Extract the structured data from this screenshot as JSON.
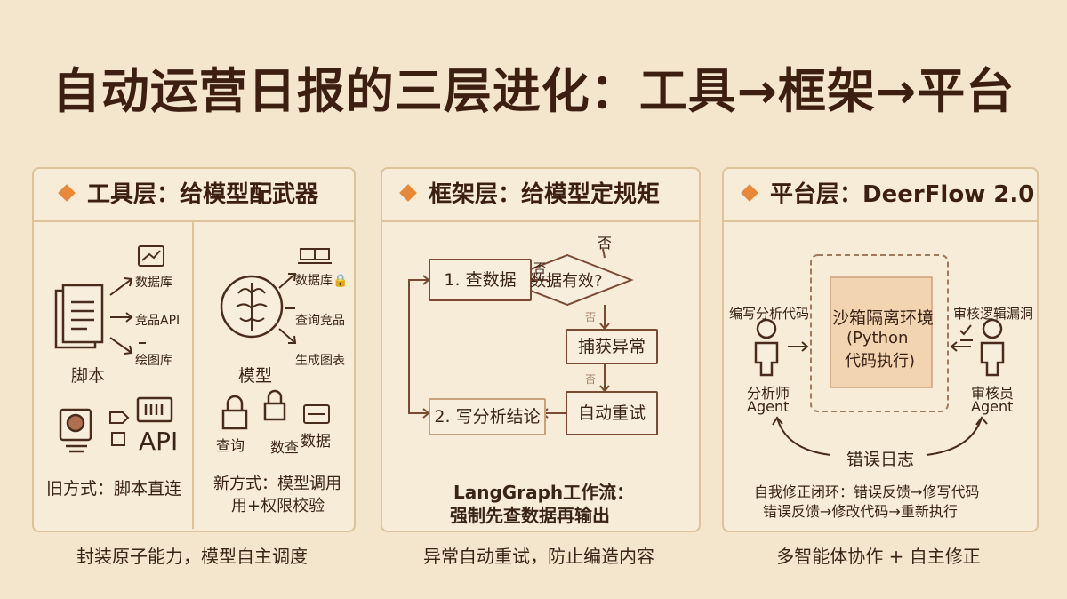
{
  "title": "自动运营日报的三层进化：工具→框架→平台",
  "panels": [
    {
      "header": "工具层：给模型配武器",
      "footer": "封装原子能力，模型自主调度",
      "left": {
        "label": "脚本",
        "targets": [
          "数据库",
          "竞品API",
          "绘图库"
        ],
        "extra_label": "API",
        "caption": "旧方式：脚本直连"
      },
      "right": {
        "label": "模型",
        "targets": [
          "数据库🔒",
          "查询竞品",
          "生成图表"
        ],
        "lock_labels": [
          "查询",
          "数查",
          "数据"
        ],
        "caption_line1": "新方式：模型调用",
        "caption_line2": "用+权限校验"
      }
    },
    {
      "header": "框架层：给模型定规矩",
      "footer": "异常自动重试，防止编造内容",
      "nodes": {
        "query": "1. 查数据",
        "decision": "数据有效?",
        "catch": "捕获异常",
        "retry": "自动重试",
        "write": "2. 写分析结论"
      },
      "edge_labels": [
        "否",
        "否",
        "否",
        "否"
      ],
      "caption_line1": "LangGraph工作流：",
      "caption_line2": "强制先查数据再输出"
    },
    {
      "header": "平台层：DeerFlow 2.0",
      "footer": "多智能体协作 + 自主修正",
      "sandbox_line1": "沙箱隔离环境",
      "sandbox_line2": "(Python",
      "sandbox_line3": "代码执行)",
      "left_agent_task": "编写分析代码",
      "left_agent_name": "分析师",
      "left_agent_suffix": "Agent",
      "right_agent_task": "审核逻辑漏洞",
      "right_agent_name": "审核员",
      "right_agent_suffix": "Agent",
      "loop_label": "错误日志",
      "caption_line1": "自我修正闭环：错误反馈→修写代码",
      "caption_line2": "错误反馈→修改代码→重新执行"
    }
  ],
  "colors": {
    "accent": "#e8893a",
    "ink": "#3d1f12",
    "line": "#7a4a32",
    "bg": "#f4e6cc"
  }
}
